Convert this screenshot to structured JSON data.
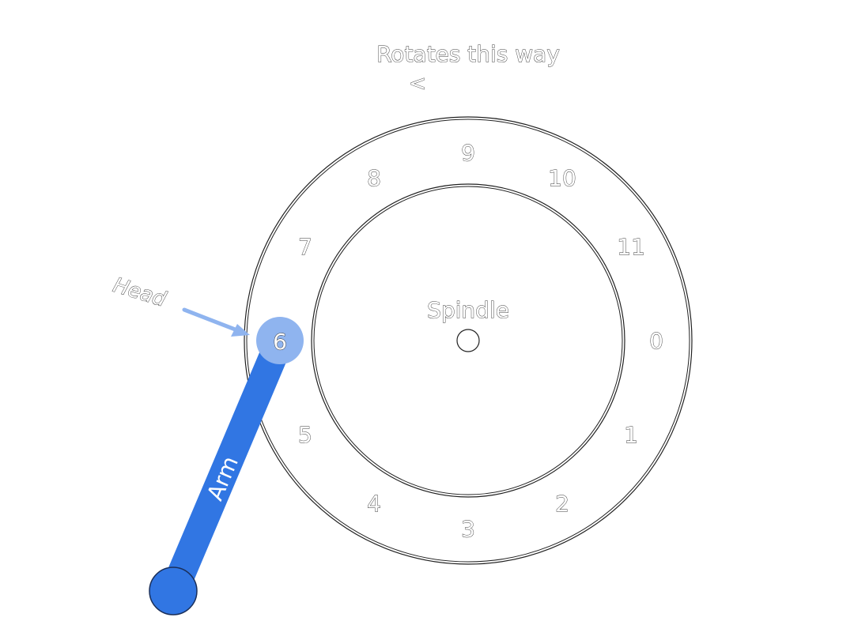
{
  "diagram": {
    "rotation_label": "Rotates this way",
    "rotation_arrow": "<",
    "spindle_label": "Spindle",
    "head_label": "Head",
    "arm_label": "Arm",
    "sector_numbers": [
      "0",
      "1",
      "2",
      "3",
      "4",
      "5",
      "6",
      "7",
      "8",
      "9",
      "10",
      "11"
    ],
    "head_position": "6",
    "colors": {
      "arm": "#3176e3",
      "head": "#8fb4ef",
      "head_arrow": "#8fb4ef",
      "outline": "#222222"
    }
  }
}
